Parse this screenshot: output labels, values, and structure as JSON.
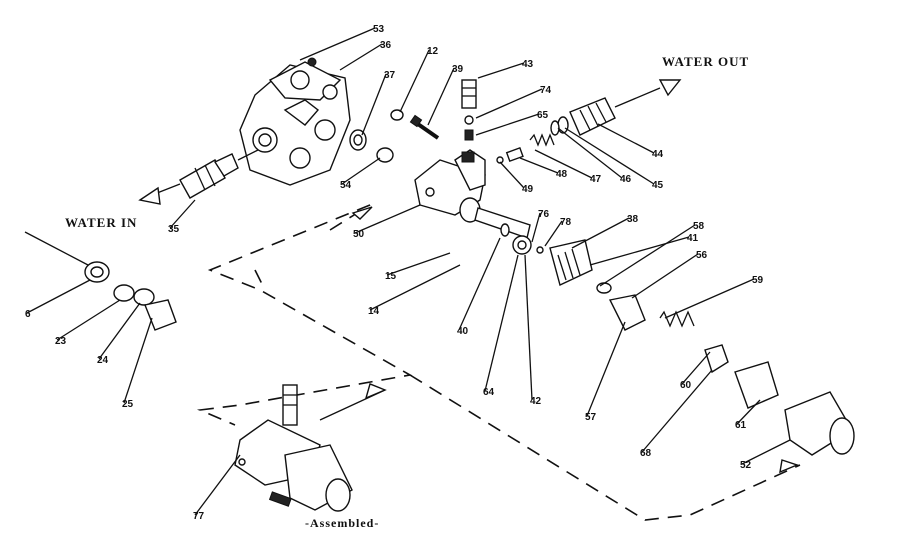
{
  "labels": {
    "water_out": "WATER OUT",
    "water_in": "WATER IN",
    "assembled": "-Assembled-"
  },
  "part_numbers": [
    "53",
    "36",
    "12",
    "39",
    "43",
    "37",
    "74",
    "65",
    "44",
    "47",
    "46",
    "45",
    "48",
    "49",
    "54",
    "35",
    "50",
    "38",
    "76",
    "78",
    "41",
    "58",
    "56",
    "59",
    "15",
    "14",
    "40",
    "64",
    "42",
    "57",
    "60",
    "68",
    "61",
    "52",
    "6",
    "23",
    "24",
    "25",
    "77"
  ]
}
